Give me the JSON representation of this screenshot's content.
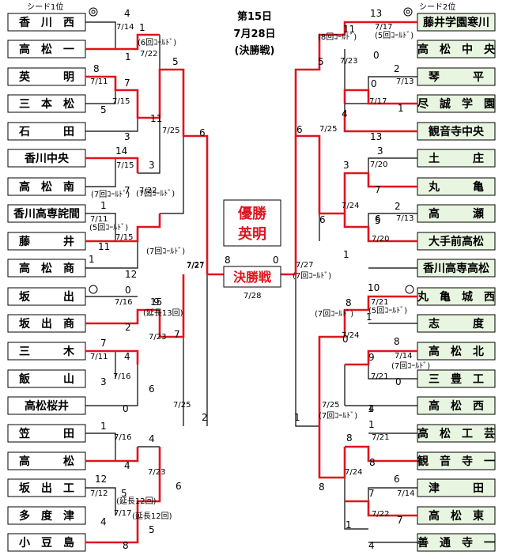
{
  "header": {
    "line1": "第15日",
    "line2": "7月28日",
    "line3": "(決勝戦)"
  },
  "seed_labels": {
    "left": "シード1位",
    "right": "シード2位"
  },
  "champion": {
    "line1": "優勝",
    "line2": "英明"
  },
  "final": {
    "label": "決勝戦",
    "left_score": "8",
    "right_score": "0",
    "date_left": "7/27",
    "date_right": "7/27",
    "note_right": "(7回ｺｰﾙﾄﾞ)",
    "date_below": "7/28"
  },
  "colors": {
    "winner_line": "#e0141e",
    "line": "#000000",
    "right_box_fill": "#e8f5e0"
  },
  "left_teams": [
    "香　川　西",
    "高　松　一",
    "英　　　明",
    "三　本　松",
    "石　　　田",
    "香川中央",
    "高　松　南",
    "香川高専詫間",
    "藤　　　井",
    "高　松　商",
    "坂　　　出",
    "坂　出　商",
    "三　　　木",
    "飯　　　山",
    "高松桜井",
    "笠　　　田",
    "高　　　松",
    "坂　出　工",
    "多　度　津",
    "小　豆　島"
  ],
  "right_teams": [
    "藤井学園寒川",
    "高　松　中　央",
    "琴　　　平",
    "尽　誠　学　園",
    "観音寺中央",
    "土　　　庄",
    "丸　　　亀",
    "高　　　瀬",
    "大手前高松",
    "香川高専高松",
    "丸　亀　城　西",
    "志　　　度",
    "高　松　北",
    "三　豊　工",
    "高　松　西",
    "高　松　工　芸",
    "観　音　寺　一",
    "津　　　田",
    "高　松　東",
    "善　通　寺　一"
  ],
  "left_texts": [
    "4",
    "7/14",
    "1",
    "1",
    "(6回ｺｰﾙﾄﾞ)",
    "7/22",
    "5",
    "8",
    "7/11",
    "7",
    "5",
    "7/15",
    "11",
    "3",
    "7/25",
    "6",
    "14",
    "7/15",
    "3",
    "(7回ｺｰﾙﾄﾞ)",
    "(7回ｺｰﾙﾄﾞ)",
    "7/22",
    "7",
    "1",
    "7/11",
    "(5回ｺｰﾙﾄﾞ)",
    "11",
    "7/15",
    "1",
    "(7回ｺｰﾙﾄﾞ)",
    "12",
    "9",
    "7/27",
    "0",
    "7/16",
    "15",
    "2",
    "(延長13回)",
    "7/23",
    "7",
    "7",
    "7/11",
    "4",
    "3",
    "7/16",
    "6",
    "0",
    "7/25",
    "2",
    "1",
    "7/16",
    "4",
    "4",
    "7/23",
    "6",
    "12",
    "7/12",
    "5",
    "(延長12回)",
    "(延長12回)",
    "4",
    "7/17",
    "5",
    "8"
  ],
  "right_texts": [
    "13",
    "7/17",
    "(5回ｺｰﾙﾄﾞ)",
    "11",
    "(8回ｺｰﾙﾄﾞ)",
    "0",
    "5",
    "7/23",
    "2",
    "7/13",
    "0",
    "7/17",
    "1",
    "4",
    "13",
    "6",
    "7/25",
    "3",
    "7/20",
    "3",
    "7",
    "2",
    "7/13",
    "6",
    "7/24",
    "6",
    "7/20",
    "5",
    "1",
    "10",
    "7/21",
    "(5回ｺｰﾙﾄﾞ)",
    "(7回ｺｰﾙﾄﾞ)",
    "8",
    "1",
    "7/24",
    "0",
    "8",
    "7/14",
    "(7回ｺｰﾙﾄﾞ)",
    "9",
    "7/21",
    "0",
    "1",
    "4",
    "7/25",
    "(7回ｺｰﾙﾄﾞ)",
    "1",
    "1",
    "7/21",
    "8",
    "8",
    "7/24",
    "6",
    "7/14",
    "7",
    "7",
    "7/22",
    "1",
    "4",
    "8"
  ]
}
